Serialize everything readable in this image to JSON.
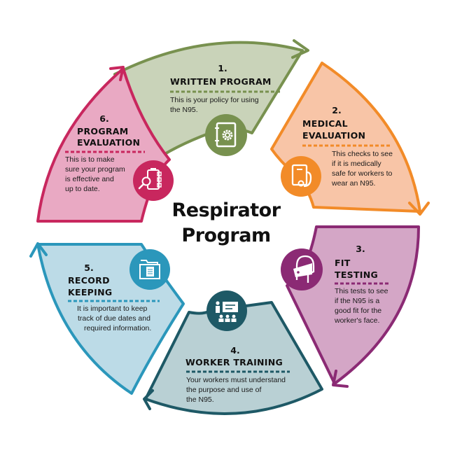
{
  "center": {
    "line1": "Respirator",
    "line2": "Program"
  },
  "steps": [
    {
      "number": "1.",
      "title_lines": [
        "WRITTEN PROGRAM"
      ],
      "desc_lines": [
        "This is your policy for using",
        "the N95."
      ],
      "icon": "notebook-gear-icon",
      "fill": "#c9d3b9",
      "stroke": "#78914f"
    },
    {
      "number": "2.",
      "title_lines": [
        "MEDICAL",
        "EVALUATION"
      ],
      "desc_lines": [
        "This checks to see",
        "if it is medically",
        "safe for workers to",
        "wear an N95."
      ],
      "icon": "clipboard-stethoscope-icon",
      "fill": "#f8c5a7",
      "stroke": "#f28b28"
    },
    {
      "number": "3.",
      "title_lines": [
        "FIT",
        "TESTING"
      ],
      "desc_lines": [
        "This tests to see",
        "if the N95 is a",
        "good fit for the",
        "worker's face."
      ],
      "icon": "face-mask-icon",
      "fill": "#d4a6c6",
      "stroke": "#8b2a74"
    },
    {
      "number": "4.",
      "title_lines": [
        "WORKER TRAINING"
      ],
      "desc_lines": [
        "Your workers must understand",
        "the purpose and use of",
        "the N95."
      ],
      "icon": "presentation-training-icon",
      "fill": "#b9d0d4",
      "stroke": "#1e5966"
    },
    {
      "number": "5.",
      "title_lines": [
        "RECORD",
        "KEEPING"
      ],
      "desc_lines": [
        "It is important to keep",
        "track of due dates and",
        "required information."
      ],
      "icon": "folder-document-icon",
      "fill": "#bcdbe7",
      "stroke": "#2b97bb"
    },
    {
      "number": "6.",
      "title_lines": [
        "PROGRAM",
        "EVALUATION"
      ],
      "desc_lines": [
        "This is to make",
        "sure your program",
        "is effective and",
        "up to date."
      ],
      "icon": "clipboard-magnifier-icon",
      "fill": "#e9a9c3",
      "stroke": "#c8275e"
    }
  ]
}
